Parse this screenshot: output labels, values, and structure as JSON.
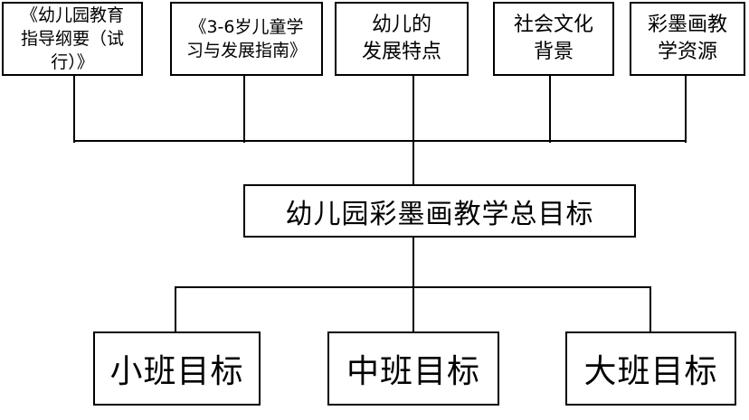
{
  "sources": [
    {
      "id": "guidelines",
      "label": "《幼儿园教育\n指导纲要（试\n行）》"
    },
    {
      "id": "guide-3-6",
      "label": "《3-6岁儿童学\n习与发展指南》"
    },
    {
      "id": "child-dev",
      "label": "幼儿的\n发展特点"
    },
    {
      "id": "social-culture",
      "label": "社会文化\n背景"
    },
    {
      "id": "resources",
      "label": "彩墨画教\n学资源"
    }
  ],
  "center": {
    "label": "幼儿园彩墨画教学总目标"
  },
  "levels": [
    {
      "id": "small",
      "label": "小班目标"
    },
    {
      "id": "middle",
      "label": "中班目标"
    },
    {
      "id": "large",
      "label": "大班目标"
    }
  ]
}
